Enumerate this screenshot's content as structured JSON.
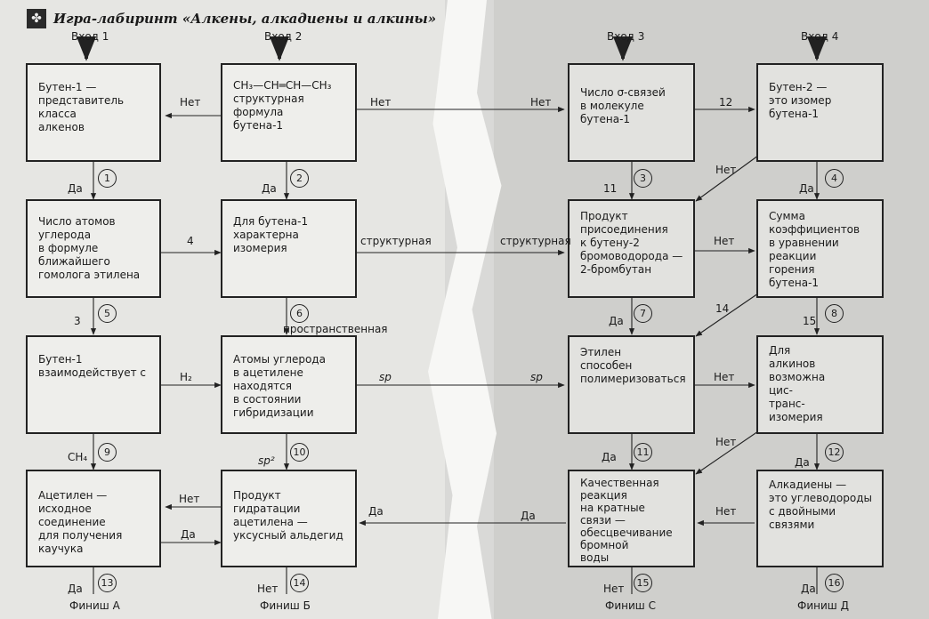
{
  "header": {
    "icon": "maze-icon",
    "title": "Игра-лабиринт «Алкены, алкадиены и алкины»"
  },
  "entries": [
    "Вход 1",
    "Вход 2",
    "Вход 3",
    "Вход 4"
  ],
  "boxes": {
    "b1": "Бутен-1 —\nпредставитель\nкласса\nалкенов",
    "b2": "CH₃—CH═CH—CH₃\nструктурная\nформула\nбутена-1",
    "b3": "Число σ-связей\nв молекуле\nбутена-1",
    "b4": "Бутен-2 —\nэто изомер\nбутена-1",
    "b5": "Число атомов углерода\nв формуле\nближайшего\nгомолога этилена",
    "b6": "Для бутена-1\nхарактерна\nизомерия",
    "b7": "Продукт\nприсоединения\nк бутену-2\nбромоводорода —\n2-бромбутан",
    "b8": "Сумма\nкоэффициентов\nв уравнении\nреакции\nгорения\nбутена-1",
    "b9": "Бутен-1\nвзаимодействует с",
    "b10": "Атомы углерода\nв ацетилене\nнаходятся\nв состоянии\nгибридизации",
    "b11": "Этилен\nспособен\nполимеризоваться",
    "b12": "Для\nалкинов\nвозможна\nцис-\nтранс-\nизомерия",
    "b13": "Ацетилен — исходное\nсоединение\nдля получения\nкаучука",
    "b14": "Продукт\nгидратации\nацетилена —\nуксусный альдегид",
    "b15": "Качественная\nреакция\nна кратные\nсвязи —\nобесцвечивание\nбромной\nводы",
    "b16": "Алкадиены —\nэто углеводороды\nс двойными\nсвязями"
  },
  "numbers": [
    "1",
    "2",
    "3",
    "4",
    "5",
    "6",
    "7",
    "8",
    "9",
    "10",
    "11",
    "12",
    "13",
    "14",
    "15",
    "16"
  ],
  "labels": {
    "da": "Да",
    "net": "Нет",
    "n4": "4",
    "n3": "3",
    "n11": "11",
    "n12": "12",
    "n14": "14",
    "n15": "15",
    "structural": "структурная",
    "spatial": "пространственная",
    "h2": "H₂",
    "ch4": "CH₄",
    "sp": "sp",
    "sp2": "sp²"
  },
  "finishes": [
    "Финиш А",
    "Финиш Б",
    "Финиш С",
    "Финиш Д"
  ]
}
